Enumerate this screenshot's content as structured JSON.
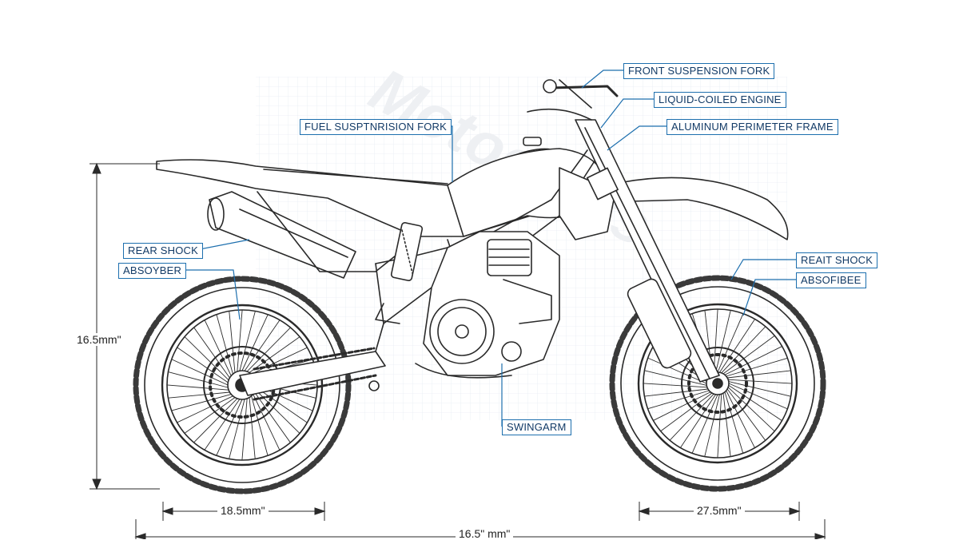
{
  "colors": {
    "line": "#2a2a2a",
    "callout_border": "#1d6fae",
    "callout_text": "#123a66",
    "leader": "#1d6fae",
    "grid": "#c9d6e3"
  },
  "callouts": {
    "front_suspension_fork": "FRONT SUSPENSION FORK",
    "liquid_cooled_engine": "LIQUID-COILED ENGINE",
    "fuel_suspension_fork": "FUEL SUSPTNRISION FORK",
    "aluminum_perimeter_frame": "ALUMINUM PERIMETER FRAME",
    "rear_shock_line1": "REAR SHOCK",
    "rear_shock_line2": "ABSOYBER",
    "front_shock_line1": "REAIT SHOCK",
    "front_shock_line2": "ABSOFIBEE",
    "swingarm": "SWINGARM"
  },
  "dimensions": {
    "height": "16.5mm\"",
    "rear_wheel": "18.5mm\"",
    "front_wheel": "27.5mm\"",
    "overall_length": "16.5\" mm\""
  },
  "watermark": "Motocross"
}
